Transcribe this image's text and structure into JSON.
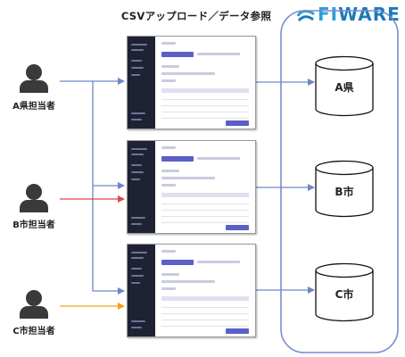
{
  "diagram": {
    "title": "CSVアップロード／データ参照",
    "brand": {
      "logo_text_prefix": "FI",
      "logo_text_suffix": "WARE",
      "color": "#1c7ab7"
    },
    "people": [
      {
        "id": "a",
        "label": "A県担当者",
        "arrow_color": "#6f86c6"
      },
      {
        "id": "b",
        "label": "B市担当者",
        "arrow_color": "#e04848"
      },
      {
        "id": "c",
        "label": "C市担当者",
        "arrow_color": "#f0a020"
      }
    ],
    "databases": [
      {
        "id": "a",
        "label": "A県"
      },
      {
        "id": "b",
        "label": "B市"
      },
      {
        "id": "c",
        "label": "C市"
      }
    ],
    "colors": {
      "flow": "#6f86c6",
      "person": "#3a3a3a",
      "container": "#7b8ccf"
    }
  }
}
